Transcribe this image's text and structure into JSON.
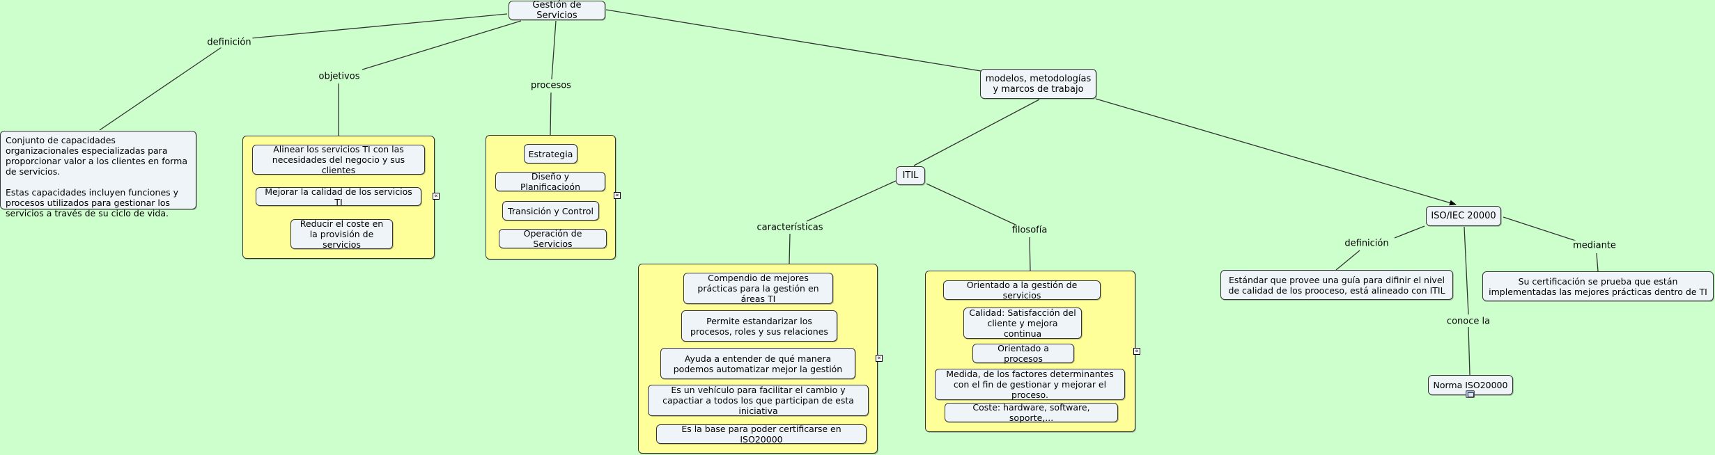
{
  "nodes": {
    "root": "Gestión de Servicios",
    "definicion_text": "Conjunto de capacidades organizacionales especializadas para proporcionar valor a los clientes en forma de servicios.\n\nEstas capacidades incluyen funciones y procesos utilizados para gestionar los servicios a través de su ciclo de vida.",
    "objetivos": [
      "Alinear los servicios TI con las necesidades del negocio y sus clientes",
      "Mejorar la calidad de los servicios TI",
      "Reducir el coste en la provisión de servicios"
    ],
    "procesos": [
      "Estrategia",
      "Diseño y Planificacioón",
      "Transición y Control",
      "Operación de Servicios"
    ],
    "modelos": "modelos, metodologías y marcos de trabajo",
    "itil": "ITIL",
    "caracteristicas": [
      "Compendio de mejores prácticas para la gestión en áreas TI",
      "Permite estandarizar los procesos, roles y sus relaciones",
      "Ayuda a entender de qué manera podemos automatizar mejor la gestión",
      "Es un vehículo para facilitar el cambio y capactiar a todos los que participan de esta iniciativa",
      "Es la base para poder certificarse en ISO20000"
    ],
    "filosofia": [
      "Orientado a la gestión de servicios",
      "Calidad: Satisfacción del cliente y mejora continua",
      "Orientado a procesos",
      "Medida, de los factores determinantes con el fin de gestionar y mejorar el proceso.",
      "Coste: hardware, software, soporte,..."
    ],
    "iso": "ISO/IEC 20000",
    "iso_definicion": "Estándar que provee una guía para difinir el nivel de calidad de los prooceso, está alineado con ITIL",
    "iso_mediante": "Su certificación se prueba que están implementadas las mejores prácticas dentro de TI",
    "norma": "Norma ISO20000"
  },
  "link_labels": {
    "definicion": "definición",
    "objetivos": "objetivos",
    "procesos": "procesos",
    "caracteristicas": "características",
    "filosofia": "filosofía",
    "iso_definicion": "definición",
    "mediante": "mediante",
    "conoce_la": "conoce la"
  },
  "colors": {
    "background": "#ccffcc",
    "node_fill": "#eef4f8",
    "group_fill": "#ffff99"
  },
  "icons": [
    "collapse-icon",
    "resource-icon"
  ]
}
